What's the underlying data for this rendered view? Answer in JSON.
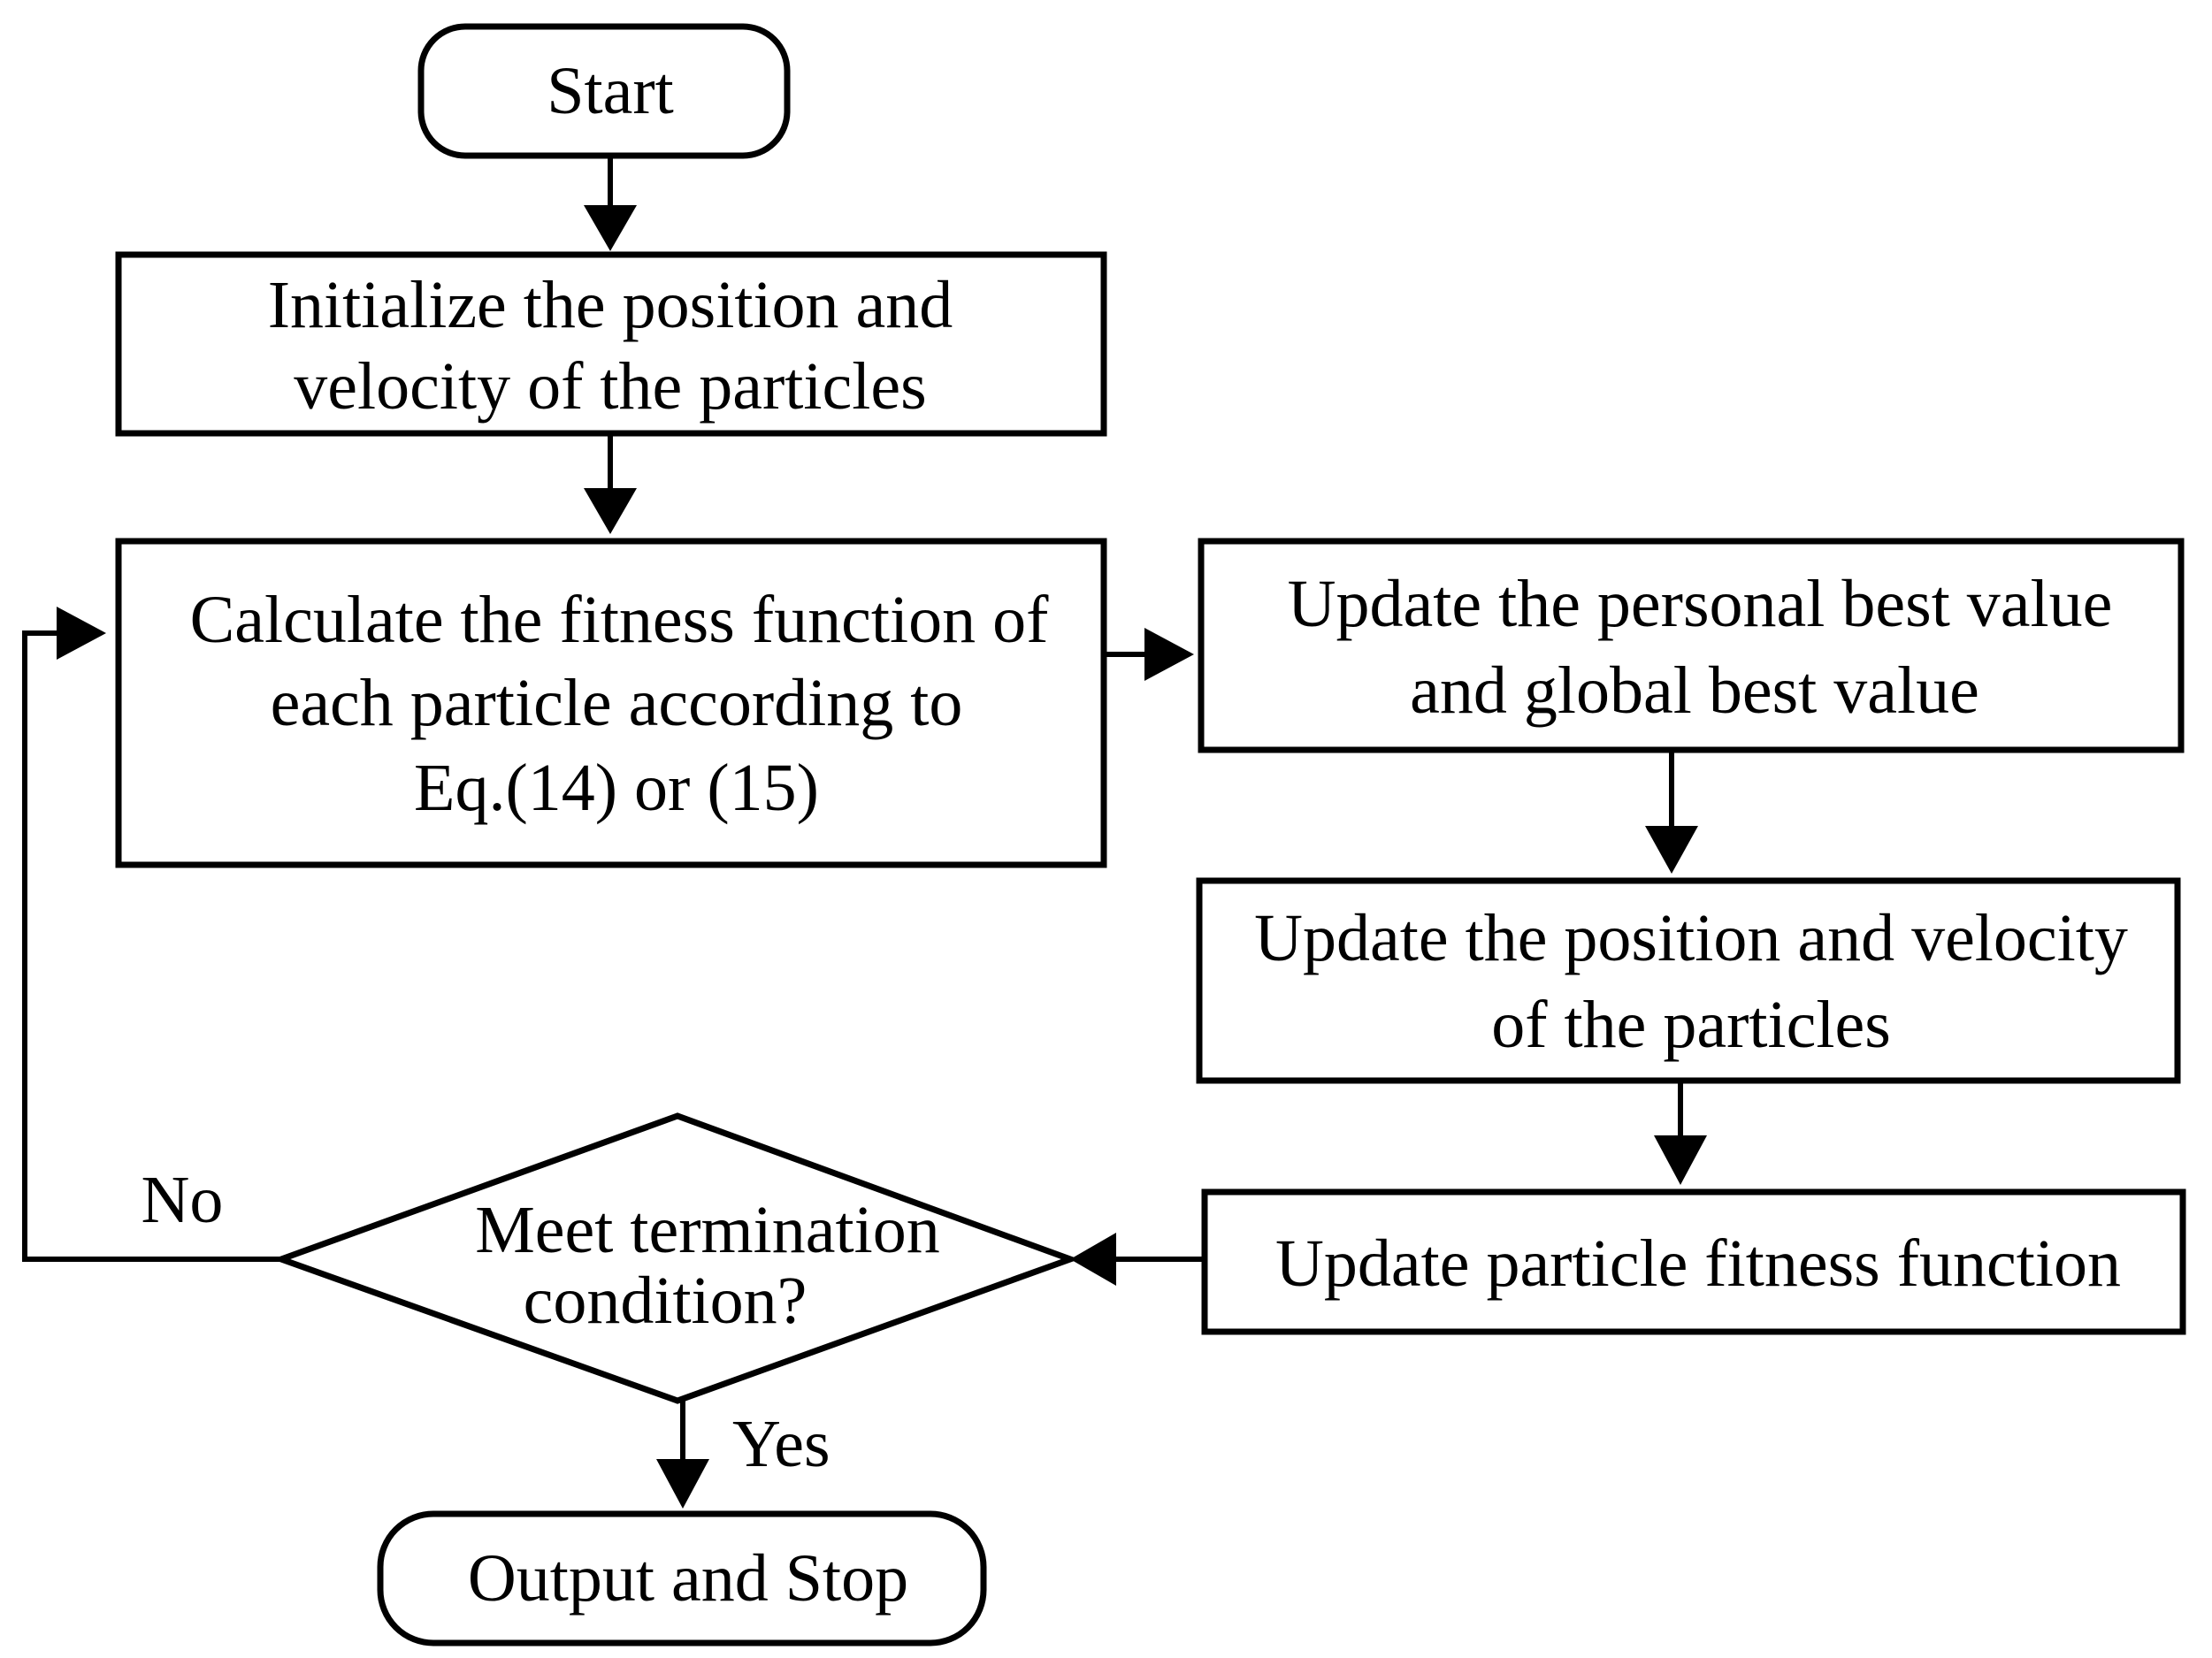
{
  "nodes": {
    "start": {
      "label": "Start"
    },
    "init": {
      "lines": [
        "Initialize the position and",
        "velocity of the particles"
      ]
    },
    "calculate": {
      "lines": [
        "Calculate the fitness function of",
        "each particle according to",
        "Eq.(14) or (15)"
      ]
    },
    "update_best": {
      "lines": [
        "Update the personal best value",
        "and  global best value"
      ]
    },
    "update_position": {
      "lines": [
        "Update the position and velocity",
        "of the particles"
      ]
    },
    "update_fitness": {
      "label": "Update particle fitness function"
    },
    "decision": {
      "lines": [
        "Meet  termination",
        "condition?"
      ]
    },
    "stop": {
      "label": "Output and Stop"
    }
  },
  "edges": {
    "no_label": "No",
    "yes_label": "Yes"
  }
}
